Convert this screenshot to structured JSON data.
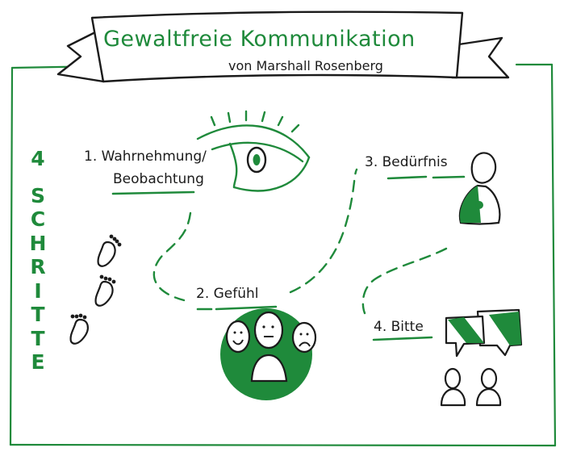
{
  "title": "Gewaltfreie Kommunikation",
  "subtitle": "von Marshall Rosenberg",
  "side_label": {
    "number": "4",
    "letters": [
      "S",
      "C",
      "H",
      "R",
      "I",
      "T",
      "T",
      "E"
    ]
  },
  "steps": [
    {
      "line1": "1. Wahrnehmung/",
      "line2": "Beobachtung"
    },
    {
      "line1": "2. Gefühl"
    },
    {
      "line1": "3. Bedürfnis"
    },
    {
      "line1": "4. Bitte"
    }
  ],
  "colors": {
    "accent": "#1f8a3b",
    "ink": "#1b1b1b",
    "background": "#ffffff"
  },
  "icons": [
    "banner-ribbon",
    "eye-icon",
    "footprint-icon",
    "faces-group-icon",
    "person-heart-icon",
    "speech-bubbles-icon",
    "two-persons-icon"
  ]
}
